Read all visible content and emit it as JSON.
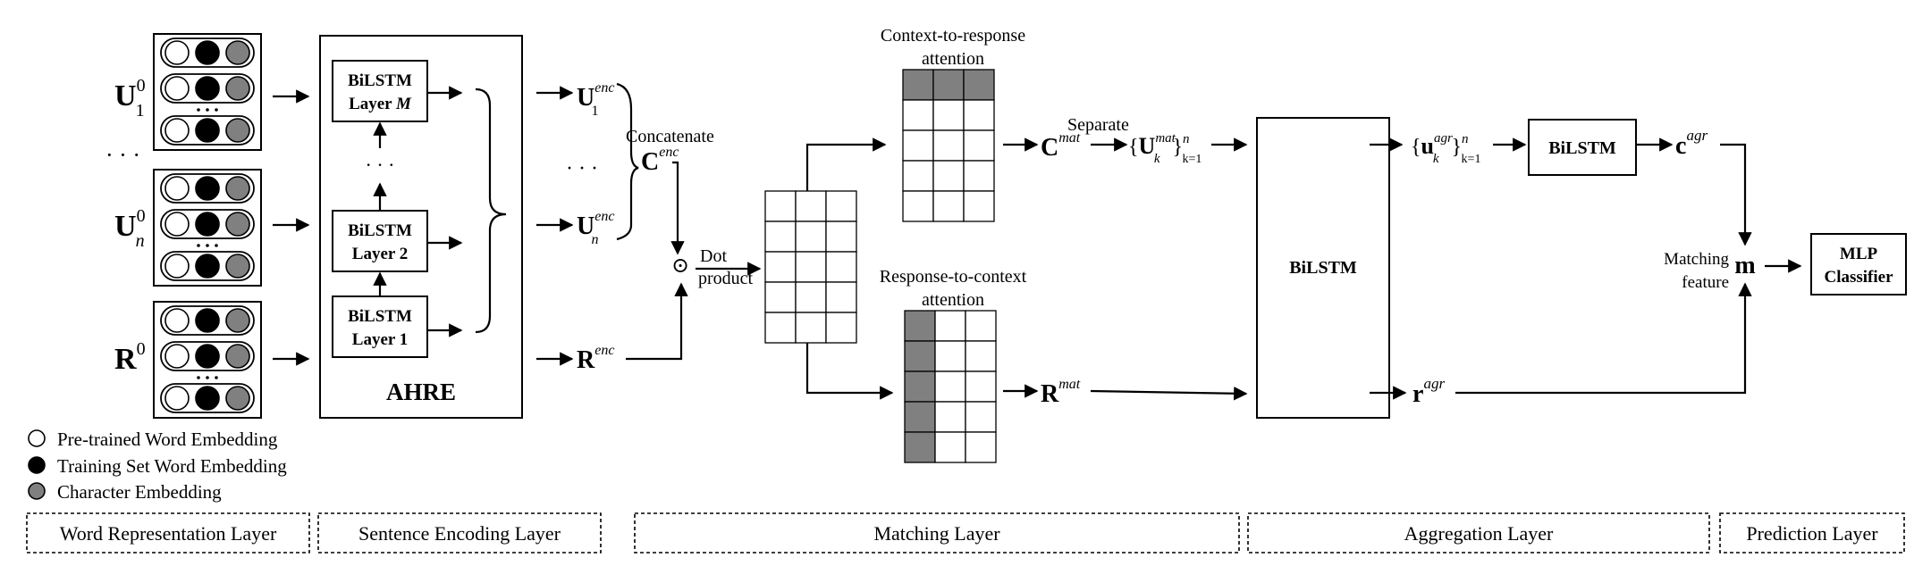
{
  "inputs": {
    "u1": {
      "main": "U",
      "sup": "0",
      "sub": "1"
    },
    "un": {
      "main": "U",
      "sup": "0",
      "sub": "n"
    },
    "r": {
      "main": "R",
      "sup": "0"
    },
    "ellipsis": "· · ·"
  },
  "legend": [
    {
      "label": "Pre-trained Word Embedding",
      "color": "#ffffff"
    },
    {
      "label": "Training Set Word Embedding",
      "color": "#000000"
    },
    {
      "label": "Character Embedding",
      "color": "#808080"
    }
  ],
  "encoder": {
    "title": "AHRE",
    "layers": [
      {
        "line1": "BiLSTM",
        "line2_prefix": "Layer ",
        "line2_var": "M"
      },
      {
        "line1": "BiLSTM",
        "line2_prefix": "Layer 2",
        "line2_var": ""
      },
      {
        "line1": "BiLSTM",
        "line2_prefix": "Layer 1",
        "line2_var": ""
      }
    ],
    "ellipsis": "· · ·"
  },
  "encoded": {
    "u1": {
      "main": "U",
      "sup": "enc",
      "sub": "1"
    },
    "un": {
      "main": "U",
      "sup": "enc",
      "sub": "n"
    },
    "r": {
      "main": "R",
      "sup": "enc"
    },
    "c": {
      "main": "C",
      "sup": "enc"
    },
    "ellipsis": "· · ·",
    "concat_label": "Concatenate"
  },
  "matching": {
    "dot_symbol": "⊙",
    "dot_label_1": "Dot",
    "dot_label_2": "product",
    "c2r_title_1": "Context-to-response",
    "c2r_title_2": "attention",
    "r2c_title_1": "Response-to-context",
    "r2c_title_2": "attention",
    "c_mat": {
      "main": "C",
      "sup": "mat"
    },
    "r_mat": {
      "main": "R",
      "sup": "mat"
    },
    "separate_label": "Separate",
    "u_mat_set": {
      "open": "{",
      "main": "U",
      "sup": "mat",
      "sub": "k",
      "close": "}",
      "range_sup": "n",
      "range_sub": "k=1"
    }
  },
  "aggregation": {
    "big_bilstm": "BiLSTM",
    "u_agr_set": {
      "open": "{",
      "main": "u",
      "sup": "agr",
      "sub": "k",
      "close": "}",
      "range_sup": "n",
      "range_sub": "k=1"
    },
    "small_bilstm": "BiLSTM",
    "c_agr": {
      "main": "c",
      "sup": "agr"
    },
    "r_agr": {
      "main": "r",
      "sup": "agr"
    }
  },
  "prediction": {
    "m": "m",
    "feature_label_1": "Matching",
    "feature_label_2": "feature",
    "mlp_line1": "MLP",
    "mlp_line2": "Classifier"
  },
  "layers_bar": [
    "Word Representation Layer",
    "Sentence Encoding Layer",
    "Matching Layer",
    "Aggregation Layer",
    "Prediction Layer"
  ]
}
